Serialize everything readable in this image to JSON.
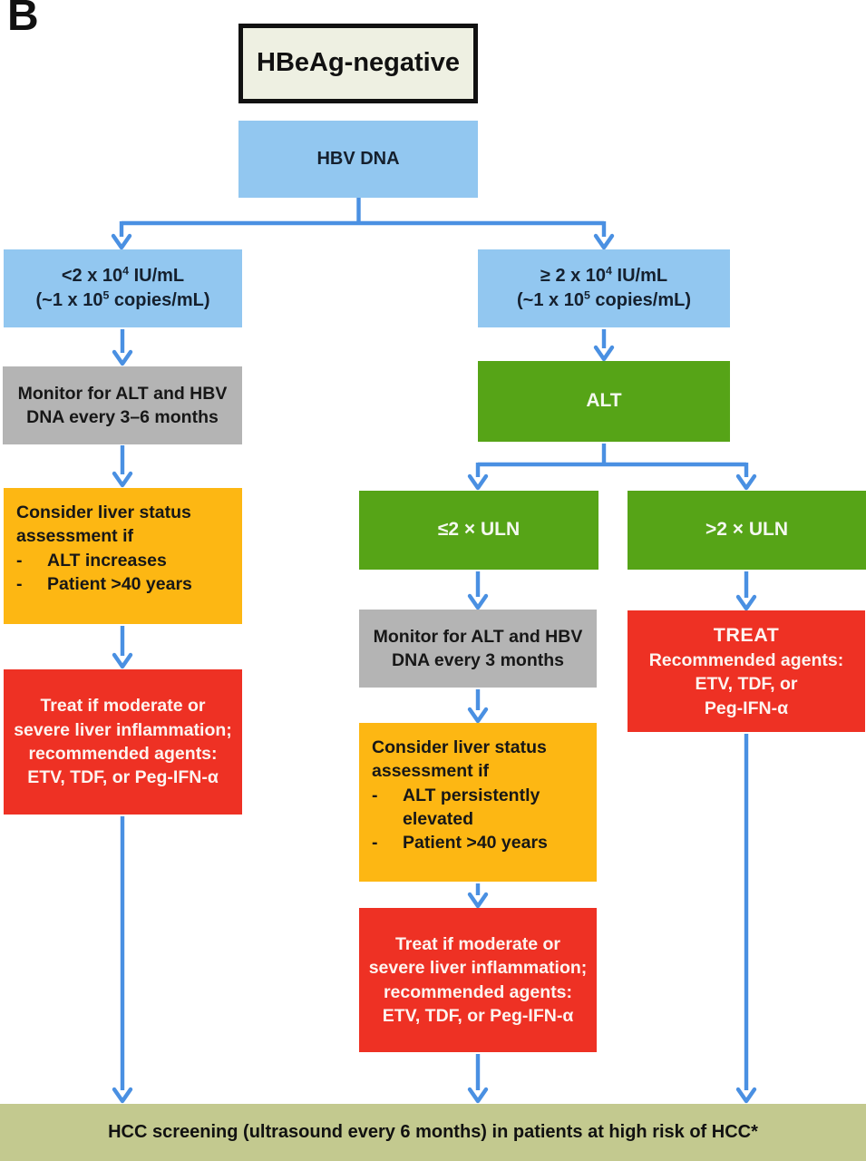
{
  "panel_label": "B",
  "colors": {
    "light_blue": "#92c7f0",
    "gray": "#b4b4b4",
    "green": "#56a417",
    "orange": "#fdb713",
    "red": "#ee3124",
    "olive": "#c3c98f",
    "cream": "#eef0e2",
    "arrow_blue": "#4a90e2"
  },
  "nodes": {
    "root": {
      "label": "HBeAg-negative"
    },
    "hbv_dna": {
      "label": "HBV DNA"
    },
    "dna_low": {
      "line1": {
        "pre": "<2 x 10",
        "sup": "4",
        "post": " IU/mL"
      },
      "line2": {
        "pre": "(~1 x 10",
        "sup": "5",
        "post": " copies/mL)"
      }
    },
    "dna_high": {
      "line1": {
        "pre": "≥ 2 x 10",
        "sup": "4",
        "post": " IU/mL"
      },
      "line2": {
        "pre": "(~1 x 10",
        "sup": "5",
        "post": " copies/mL)"
      }
    },
    "monitor_3_6": {
      "lines": [
        "Monitor for ALT and HBV",
        "DNA every 3–6 months"
      ]
    },
    "alt": {
      "label": "ALT"
    },
    "uln_low": {
      "label": "≤2 × ULN"
    },
    "uln_high": {
      "label": ">2 × ULN"
    },
    "consider_left": {
      "intro": [
        "Consider liver status",
        "assessment if"
      ],
      "items": [
        {
          "dash": "-",
          "text": "ALT increases"
        },
        {
          "dash": "-",
          "text": "Patient >40 years"
        }
      ]
    },
    "treat_left": {
      "lines": [
        "Treat if moderate or",
        "severe liver inflammation;",
        "recommended agents:",
        "ETV, TDF, or  Peg-IFN-α"
      ]
    },
    "monitor_3": {
      "lines": [
        "Monitor for ALT and HBV",
        "DNA every 3 months"
      ]
    },
    "consider_mid": {
      "intro": [
        "Consider liver status",
        "assessment if"
      ],
      "items": [
        {
          "dash": "-",
          "text": "ALT persistently elevated"
        },
        {
          "dash": "-",
          "text": "Patient >40 years"
        }
      ]
    },
    "treat_mid": {
      "lines": [
        "Treat if moderate or",
        "severe liver inflammation;",
        "recommended agents:",
        "ETV, TDF, or  Peg-IFN-α"
      ]
    },
    "treat_right": {
      "title": "TREAT",
      "lines": [
        "Recommended agents:",
        "ETV, TDF, or",
        "Peg-IFN-α"
      ]
    },
    "hcc_banner": {
      "label": "HCC screening (ultrasound every 6 months) in patients at high risk of HCC*"
    }
  }
}
